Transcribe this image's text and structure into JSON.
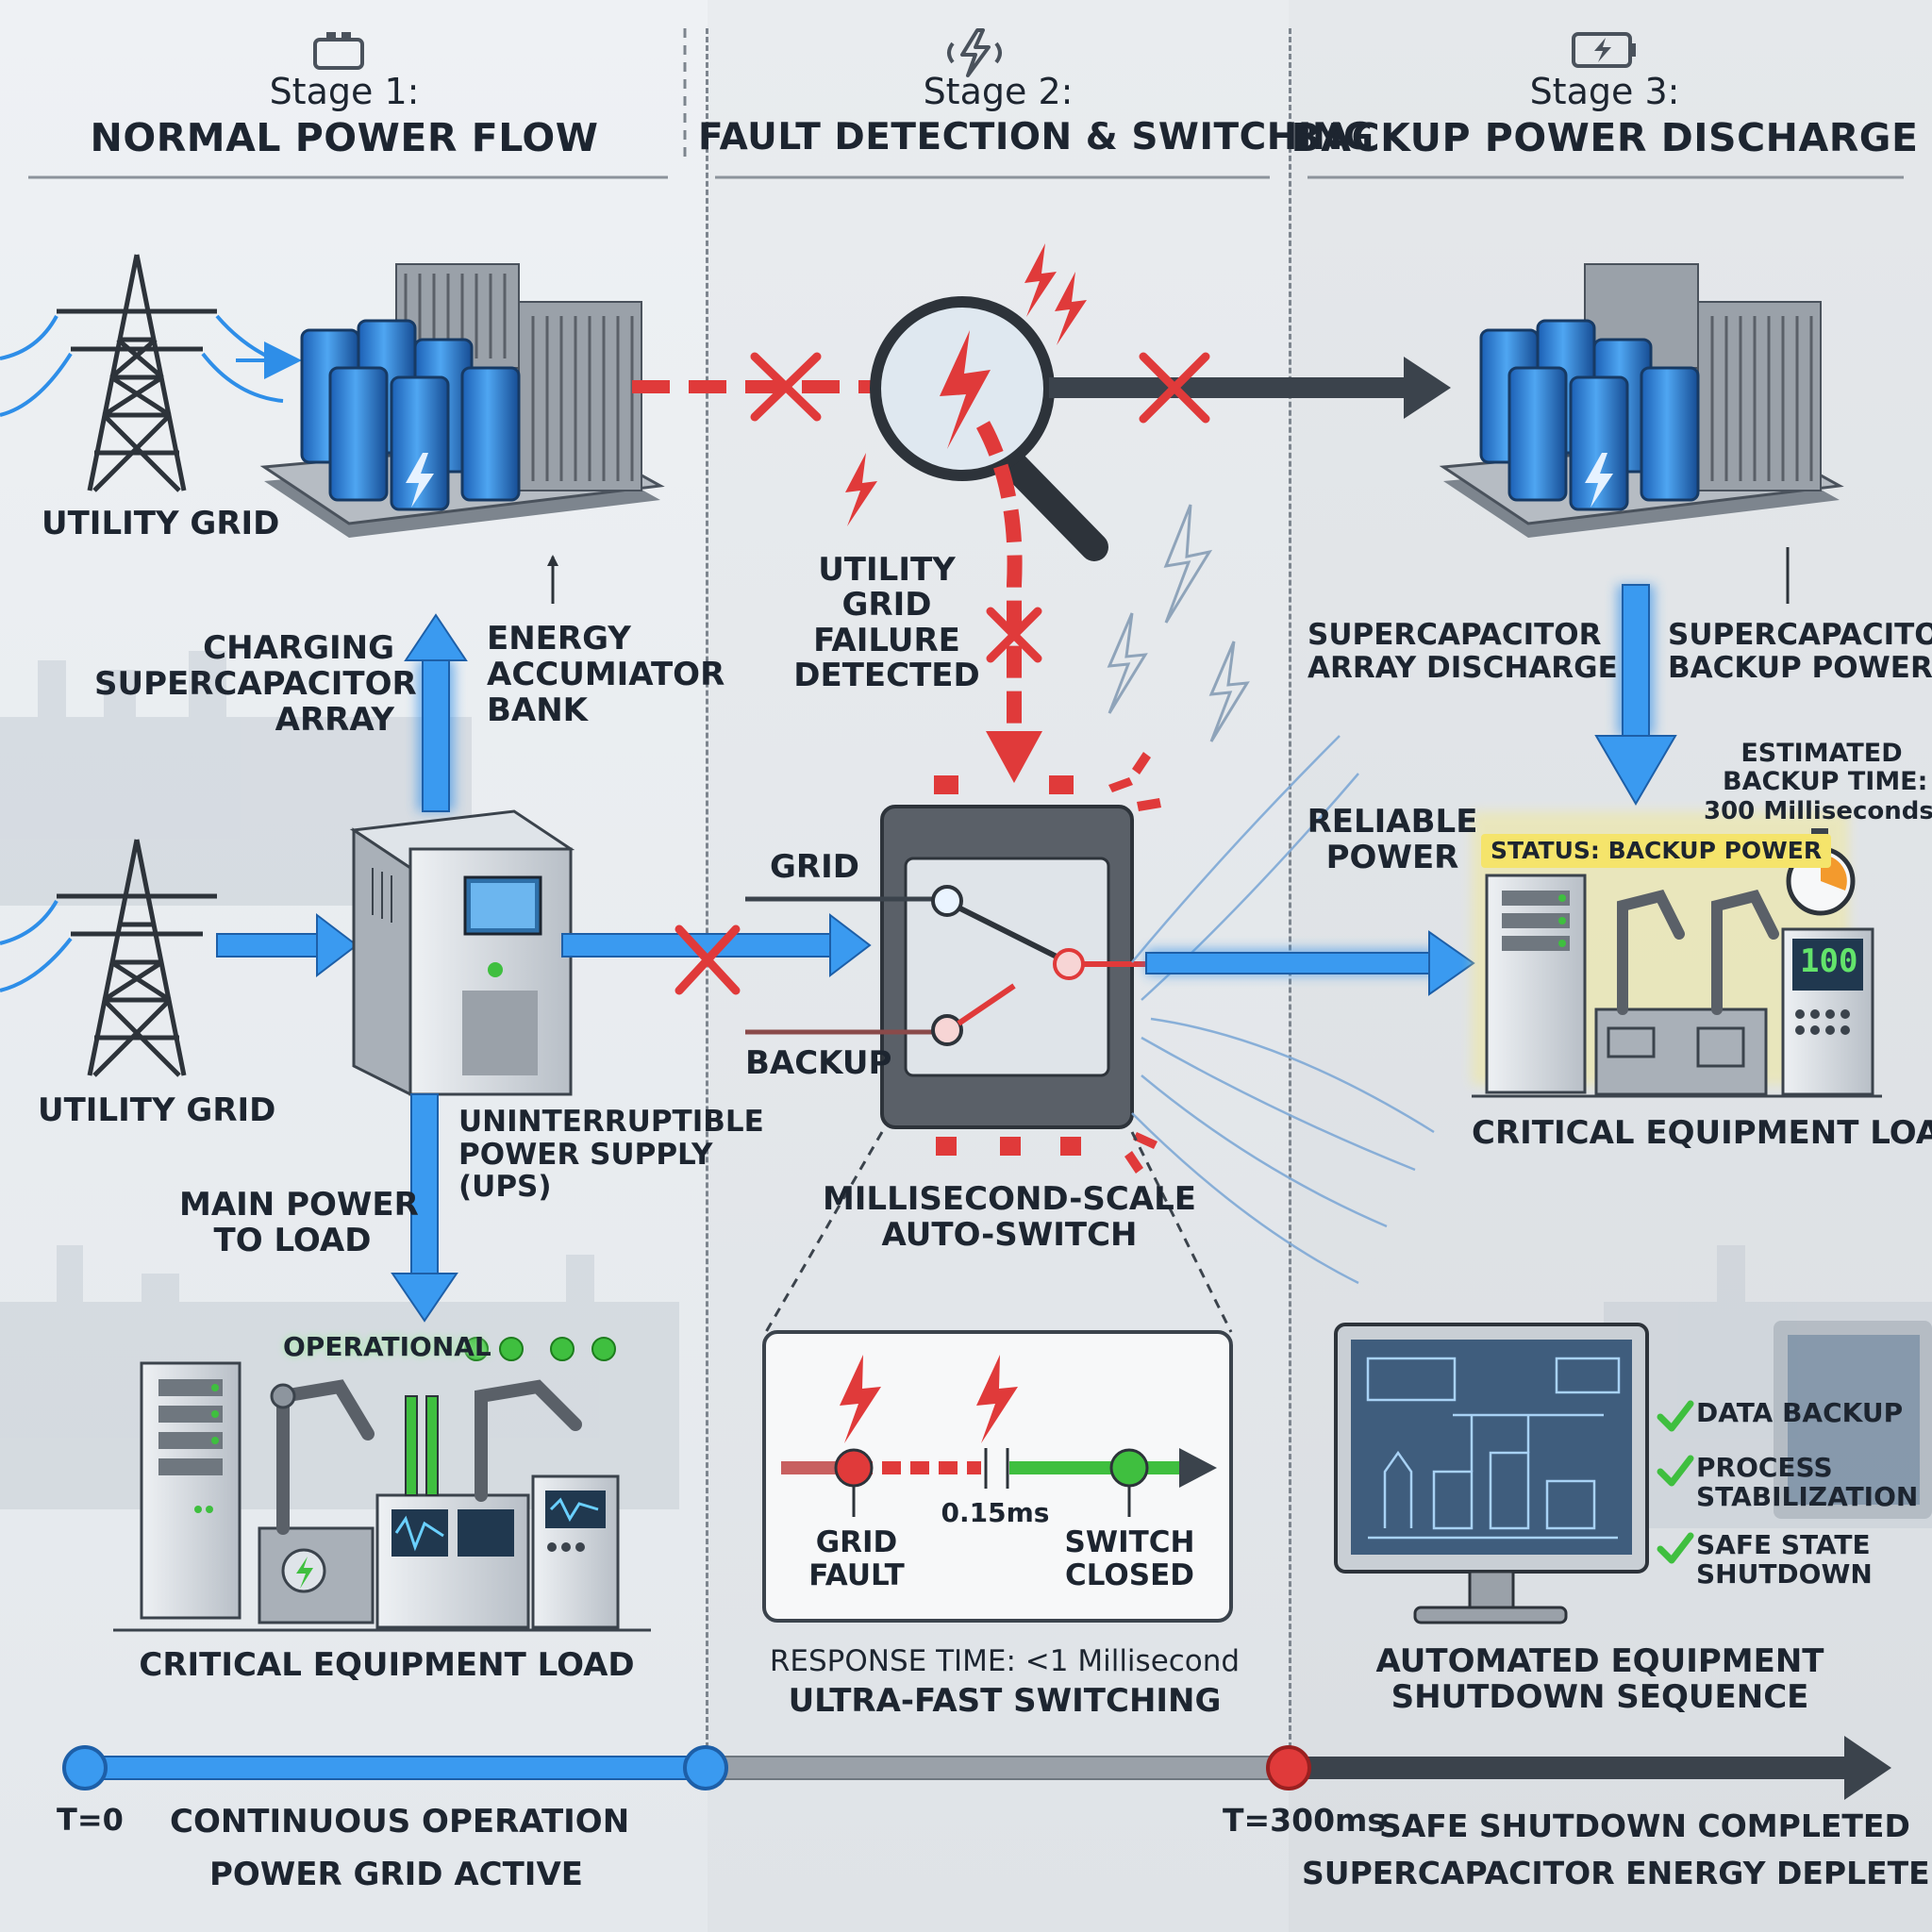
{
  "stages": [
    {
      "number": "Stage 1:",
      "title": "NORMAL POWER FLOW"
    },
    {
      "number": "Stage 2:",
      "title": "FAULT DETECTION & SWITCHING"
    },
    {
      "number": "Stage 3:",
      "title": "BACKUP POWER DISCHARGE"
    }
  ],
  "stage1": {
    "grid_top_label": "UTILITY GRID",
    "grid_bottom_label": "UTILITY GRID",
    "charging_label": "CHARGING\nSUPERCAPACITOR\nARRAY",
    "accumulator_label": "ENERGY\nACCUMIATOR\nBANK",
    "ups_label": "UNINTERRUPTIBLE\nPOWER SUPPLY\n(UPS)",
    "main_power_label": "MAIN POWER\nTO LOAD",
    "operational_label": "OPERATIONAL",
    "load_label": "CRITICAL EQUIPMENT LOAD"
  },
  "stage2": {
    "failure_label": "UTILITY\nGRID\nFAILURE\nDETECTED",
    "grid_label": "GRID",
    "backup_label": "BACKUP",
    "autoswitch_label": "MILLISECOND-SCALE\nAUTO-SWITCH",
    "timeline": {
      "fault_label": "GRID\nFAULT",
      "switch_label": "SWITCH\nCLOSED",
      "delay_label": "0.15ms",
      "delay_ms": 0.15
    },
    "response_label": "RESPONSE TIME: <1 Millisecond",
    "ultrafast_label": "ULTRA-FAST SWITCHING"
  },
  "stage3": {
    "discharge_label": "SUPERCAPACITOR\nARRAY DISCHARGE",
    "backup_power_label": "SUPERCAPACITOR\nBACKUP POWER",
    "estimated_label": "ESTIMATED\nBACKUP TIME:",
    "estimated_value": "300 Milliseconds",
    "reliable_label": "RELIABLE\nPOWER",
    "status_label": "STATUS: BACKUP POWER",
    "display_value": "100",
    "load_label": "CRITICAL EQUIPMENT LOAD",
    "checklist": [
      "DATA BACKUP",
      "PROCESS\nSTABILIZATION",
      "SAFE STATE\nSHUTDOWN"
    ],
    "shutdown_label": "AUTOMATED EQUIPMENT\nSHUTDOWN SEQUENCE"
  },
  "timeline": {
    "t0_label": "T=0",
    "continuous_label": "CONTINUOUS OPERATION",
    "grid_active_label": "POWER GRID ACTIVE",
    "t300_label": "T=300ms",
    "safe_shutdown_label": "SAFE SHUTDOWN COMPLETED",
    "depleted_label": "SUPERCAPACITOR ENERGY DEPLETED"
  },
  "colors": {
    "power_blue": "#2e8ee8",
    "fault_red": "#e03a3a",
    "ok_green": "#3fbf3f",
    "status_yellow": "#f5e46b",
    "dark_steel": "#3b434c"
  }
}
